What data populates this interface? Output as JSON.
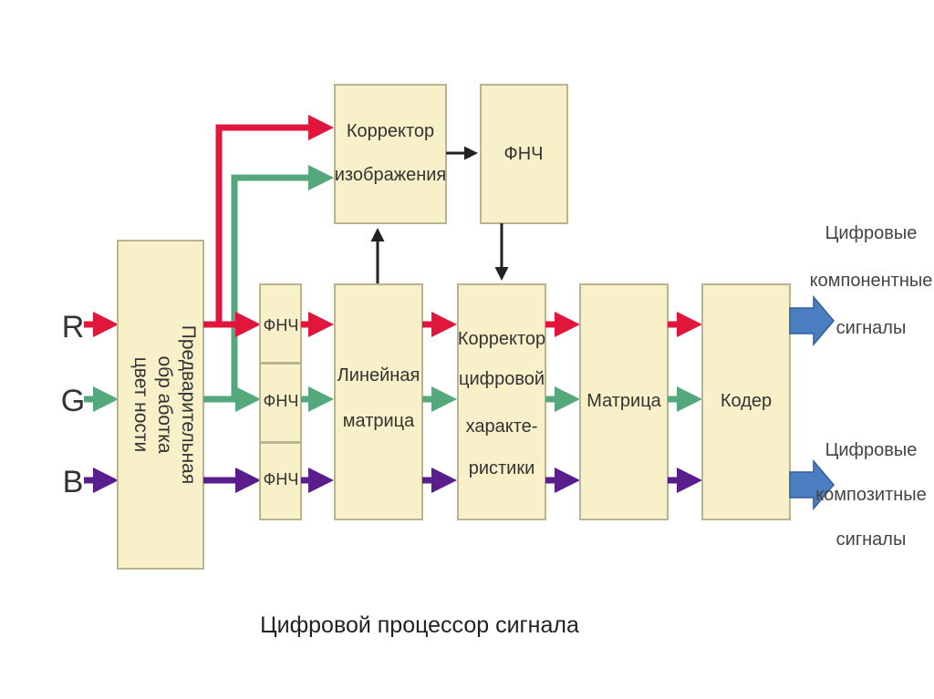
{
  "diagram": {
    "inputs": {
      "r": "R",
      "g": "G",
      "b": "B"
    },
    "blocks": {
      "preprocessing": [
        "Предварительная",
        "обр аботка",
        "цвет ности"
      ],
      "image_corrector": [
        "Корректор",
        "изображения"
      ],
      "lpf_top": "ФНЧ",
      "lpf_r": "ФНЧ",
      "lpf_g": "ФНЧ",
      "lpf_b": "ФНЧ",
      "linear_matrix": [
        "Линейная",
        "матрица"
      ],
      "digital_corrector": [
        "Корректор",
        "цифровой",
        "характе-",
        "ристики"
      ],
      "matrix": "Матрица",
      "coder": "Кодер"
    },
    "outputs": {
      "component": [
        "Цифровые",
        "компонентные",
        "сигналы"
      ],
      "composite": [
        "Цифровые",
        "композитные",
        "сигналы"
      ]
    },
    "colors": {
      "red": "#e0163c",
      "green": "#55a77c",
      "purple": "#5a1d8c",
      "output_arrow": "#4a7ec1",
      "block_fill": "#f7f0c8"
    }
  },
  "caption": "Цифровой процессор сигнала"
}
